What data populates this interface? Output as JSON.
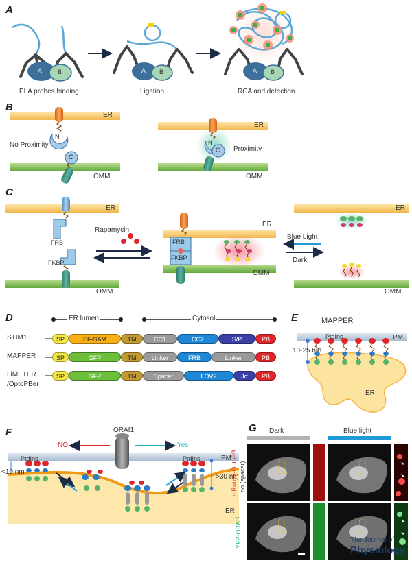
{
  "panels": {
    "a": "A",
    "b": "B",
    "c": "C",
    "d": "D",
    "e": "E",
    "f": "F",
    "g": "G"
  },
  "panel_a": {
    "probe_a": "A",
    "probe_b": "B",
    "step1": "PLA probes binding",
    "step2": "Ligation",
    "step3": "RCA and detection"
  },
  "panel_b": {
    "er": "ER",
    "omm": "OMM",
    "n": "N",
    "c": "C",
    "no_proximity": "No Proximity",
    "proximity": "Proximity"
  },
  "panel_c": {
    "er": "ER",
    "omm": "OMM",
    "frb": "FRB",
    "fkbp": "FKBP",
    "rapamycin": "Rapamycin",
    "blue_light": "Blue Light",
    "dark": "Dark"
  },
  "panel_d": {
    "er_lumen": "ER lumen",
    "cytosol": "Cytosol",
    "rows": [
      {
        "name": "STIM1",
        "domains": [
          "SP",
          "EF-SAM",
          "TM",
          "CC1",
          "CC2",
          "S/P",
          "PB"
        ]
      },
      {
        "name": "MAPPER",
        "domains": [
          "SP",
          "GFP",
          "TM",
          "Linker",
          "FRB",
          "Linker",
          "PB"
        ]
      },
      {
        "name": "LiMETER",
        "name2": "/OptoPBer",
        "domains": [
          "SP",
          "GFP",
          "TM",
          "Spacer",
          "LOV2",
          "Jα",
          "PB"
        ]
      }
    ]
  },
  "panel_e": {
    "title": "MAPPER",
    "ptdins": "PtdIns",
    "pm": "PM",
    "distance": "10-25 nm",
    "er": "ER"
  },
  "panel_f": {
    "orai1": "ORAI1",
    "no": "NO",
    "yes": "Yes",
    "ptdins_left": "PtdIns",
    "ptdins_right": "PtdIns",
    "pm": "PM",
    "er": "ER",
    "lt10": "<10 nm",
    "gt30": ">30 nm"
  },
  "panel_g": {
    "dark": "Dark",
    "blue_light": "Blue light",
    "row1_label": "mRuby2-OptoPB",
    "row1_sublabel": "no (spacer)",
    "row2_label": "YFP-ORAI1"
  },
  "journal": {
    "line1": "The Journal of",
    "line2": "Physiology"
  },
  "colors": {
    "er_band": "#f7c978",
    "omm_band": "#8cc163",
    "pm_band": "#c9d6e3",
    "cyan_arrow": "#29b6c6",
    "red_arrow": "#e0262b",
    "blue_bar": "#1e9ad6",
    "grey_bar": "#b3b3b3",
    "journal": "#1f3c66"
  }
}
